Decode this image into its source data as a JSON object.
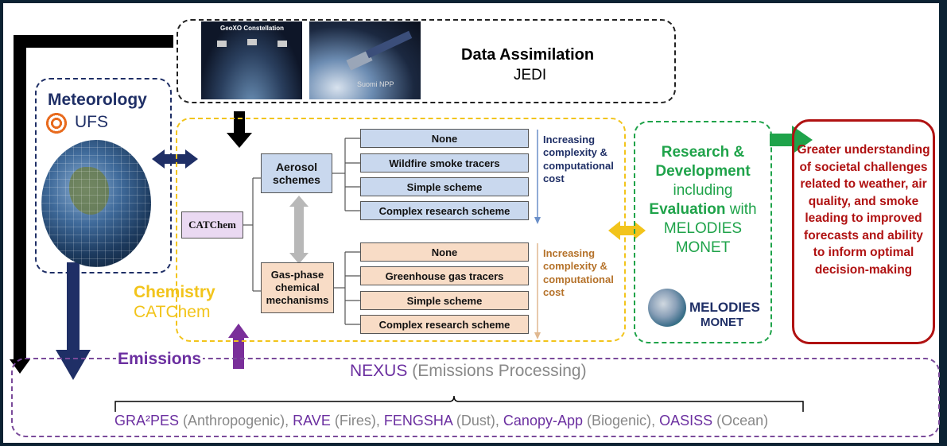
{
  "data_assimilation": {
    "title": "Data Assimilation",
    "subtitle": "JEDI"
  },
  "images": {
    "geoxo": {
      "title": "GeoXO Constellation"
    },
    "satellite": {
      "label": "Suomi NPP"
    }
  },
  "meteorology": {
    "title": "Meteorology",
    "model": "UFS"
  },
  "catchem_label": "CATChem",
  "aerosol": {
    "label": "Aerosol schemes",
    "options": [
      "None",
      "Wildfire smoke tracers",
      "Simple scheme",
      "Complex research scheme"
    ],
    "trend_text": "Increasing complexity & computational cost"
  },
  "gas_phase": {
    "label": "Gas-phase chemical mechanisms",
    "options": [
      "None",
      "Greenhouse gas tracers",
      "Simple scheme",
      "Complex research scheme"
    ],
    "trend_text": "Increasing complexity & computational cost"
  },
  "chemistry": {
    "title": "Chemistry",
    "subtitle": "CATChem"
  },
  "research": {
    "line1": "Research &",
    "line2": "Development",
    "line3": "including",
    "line4_bold": "Evaluation",
    "line4_rest": "with",
    "line5": "MELODIES",
    "line6": "MONET",
    "logo_line1": "MELODIES",
    "logo_line2": "MONET"
  },
  "outcome": {
    "text": "Greater understanding of societal challenges related to weather, air quality, and smoke leading to improved forecasts and ability to inform optimal decision-making"
  },
  "emissions": {
    "title": "Emissions",
    "nexus_name": "NEXUS",
    "nexus_desc": "(Emissions Processing)",
    "sources": [
      {
        "name": "GRA²PES",
        "desc": "(Anthropogenic)"
      },
      {
        "name": "RAVE",
        "desc": "(Fires)"
      },
      {
        "name": "FENGSHA",
        "desc": "(Dust)"
      },
      {
        "name": "Canopy-App",
        "desc": "(Biogenic)"
      },
      {
        "name": "OASISS",
        "desc": "(Ocean)"
      }
    ]
  },
  "colors": {
    "navy": "#1f2f66",
    "chem_yellow": "#f2c41b",
    "research_green": "#1fa34a",
    "outcome_red": "#b01212",
    "emissions_purple": "#6b2fa0",
    "aerosol_blue": "#c9d8ee",
    "gas_peach": "#f8dcc6"
  }
}
